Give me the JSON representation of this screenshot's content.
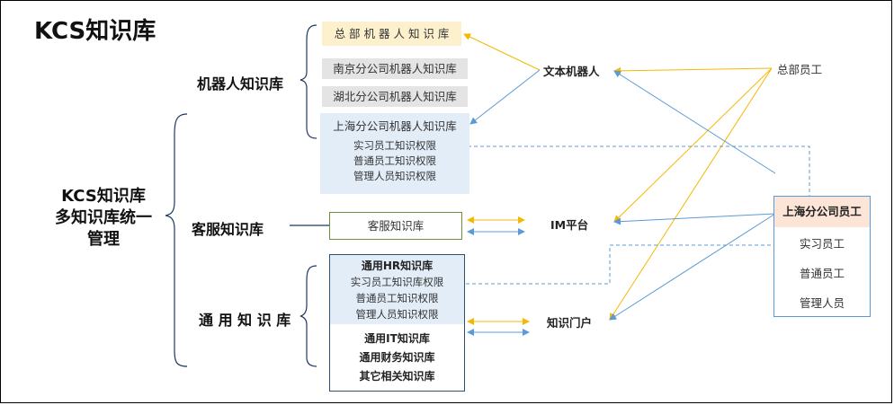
{
  "title": "KCS知识库",
  "main_label": [
    "KCS知识库",
    "多知识库统一",
    "管理"
  ],
  "categories": {
    "robot": "机器人知识库",
    "cs": "客服知识库",
    "general": "通 用 知 识 库"
  },
  "robot_kbs": {
    "hq": "总 部 机 器 人 知 识 库",
    "nanjing": "南京分公司机器人知识库",
    "hubei": "湖北分公司机器人知识库",
    "shanghai": "上海分公司机器人知识库",
    "perms": [
      "实习员工知识权限",
      "普通员工知识权限",
      "管理人员知识权限"
    ]
  },
  "cs_kb": "客服知识库",
  "general_kb": {
    "hr": "通用HR知识库",
    "hr_perms": [
      "实习员工知识库权限",
      "普通员工知识权限",
      "管理人员知识权限"
    ],
    "it": "通用IT知识库",
    "finance": "通用财务知识库",
    "other": "其它相关知识库"
  },
  "channels": {
    "text_robot": "文本机器人",
    "im": "IM平台",
    "portal": "知识门户"
  },
  "hq_staff": "总部员工",
  "shanghai_staff": {
    "title": "上海分公司员工",
    "roles": [
      "实习员工",
      "普通员工",
      "管理人员"
    ]
  },
  "colors": {
    "yellow_arrow": "#f5b800",
    "blue_arrow": "#5b9bd5",
    "hq_box": "#fdf0cc",
    "grey_box": "#e4e4e4",
    "shanghai_box": "#e3edf8",
    "staff_header": "#fce4d6",
    "cs_border": "#6e8f3c",
    "general_border": "#2f4f6f"
  }
}
